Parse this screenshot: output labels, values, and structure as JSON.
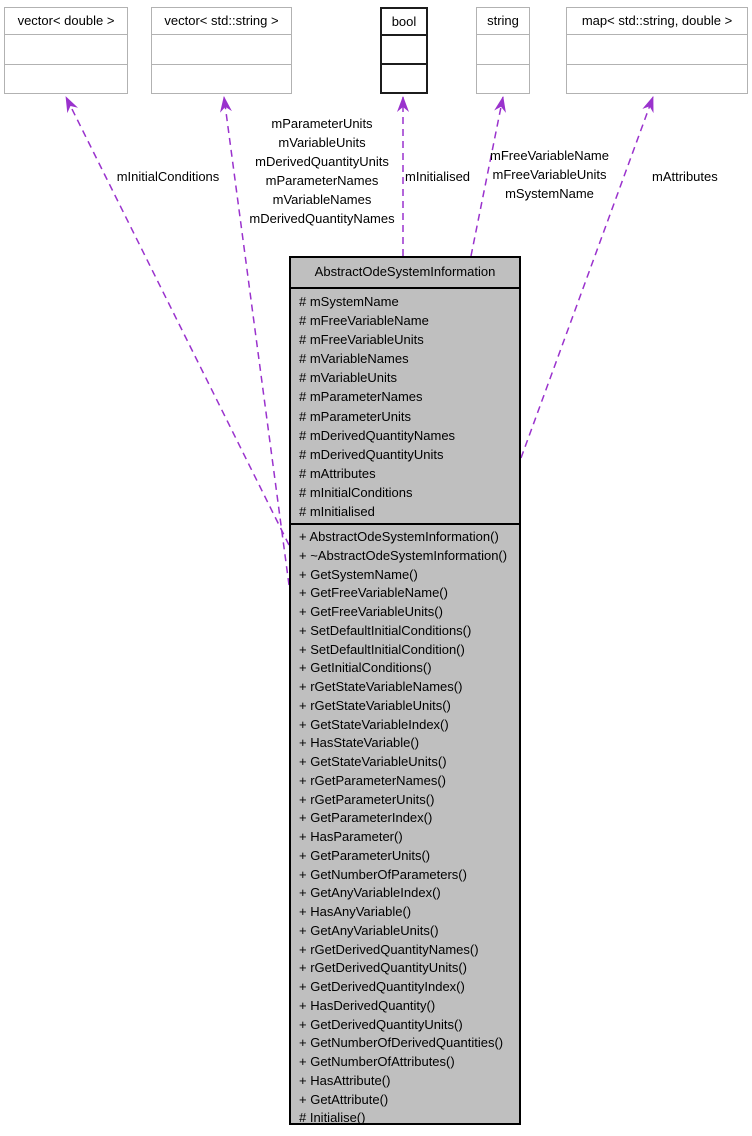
{
  "diagram": {
    "colors": {
      "arrow": "#9a32cd",
      "class_fill": "#bfbfbf",
      "class_border": "#000000",
      "node_border": "#b2b2b2",
      "bool_border": "#1c1c1c"
    },
    "type_nodes": [
      {
        "title": "vector< double >"
      },
      {
        "title": "vector< std::string >"
      },
      {
        "title": "bool"
      },
      {
        "title": "string"
      },
      {
        "title": "map< std::string, double >"
      }
    ],
    "edge_labels": [
      {
        "lines": [
          "mInitialConditions"
        ]
      },
      {
        "lines": [
          "mParameterUnits",
          "mVariableUnits",
          "mDerivedQuantityUnits",
          "mParameterNames",
          "mVariableNames",
          "mDerivedQuantityNames"
        ]
      },
      {
        "lines": [
          "mInitialised"
        ]
      },
      {
        "lines": [
          "mFreeVariableName",
          "mFreeVariableUnits",
          "mSystemName"
        ]
      },
      {
        "lines": [
          "mAttributes"
        ]
      }
    ],
    "class_node": {
      "title": "AbstractOdeSystemInformation",
      "attributes": [
        "# mSystemName",
        "# mFreeVariableName",
        "# mFreeVariableUnits",
        "# mVariableNames",
        "# mVariableUnits",
        "# mParameterNames",
        "# mParameterUnits",
        "# mDerivedQuantityNames",
        "# mDerivedQuantityUnits",
        "# mAttributes",
        "# mInitialConditions",
        "# mInitialised"
      ],
      "methods": [
        "+ AbstractOdeSystemInformation()",
        "+ ~AbstractOdeSystemInformation()",
        "+ GetSystemName()",
        "+ GetFreeVariableName()",
        "+ GetFreeVariableUnits()",
        "+ SetDefaultInitialConditions()",
        "+ SetDefaultInitialCondition()",
        "+ GetInitialConditions()",
        "+ rGetStateVariableNames()",
        "+ rGetStateVariableUnits()",
        "+ GetStateVariableIndex()",
        "+ HasStateVariable()",
        "+ GetStateVariableUnits()",
        "+ rGetParameterNames()",
        "+ rGetParameterUnits()",
        "+ GetParameterIndex()",
        "+ HasParameter()",
        "+ GetParameterUnits()",
        "+ GetNumberOfParameters()",
        "+ GetAnyVariableIndex()",
        "+ HasAnyVariable()",
        "+ GetAnyVariableUnits()",
        "+ rGetDerivedQuantityNames()",
        "+ rGetDerivedQuantityUnits()",
        "+ GetDerivedQuantityIndex()",
        "+ HasDerivedQuantity()",
        "+ GetDerivedQuantityUnits()",
        "+ GetNumberOfDerivedQuantities()",
        "+ GetNumberOfAttributes()",
        "+ HasAttribute()",
        "+ GetAttribute()",
        "# Initialise()"
      ]
    }
  }
}
